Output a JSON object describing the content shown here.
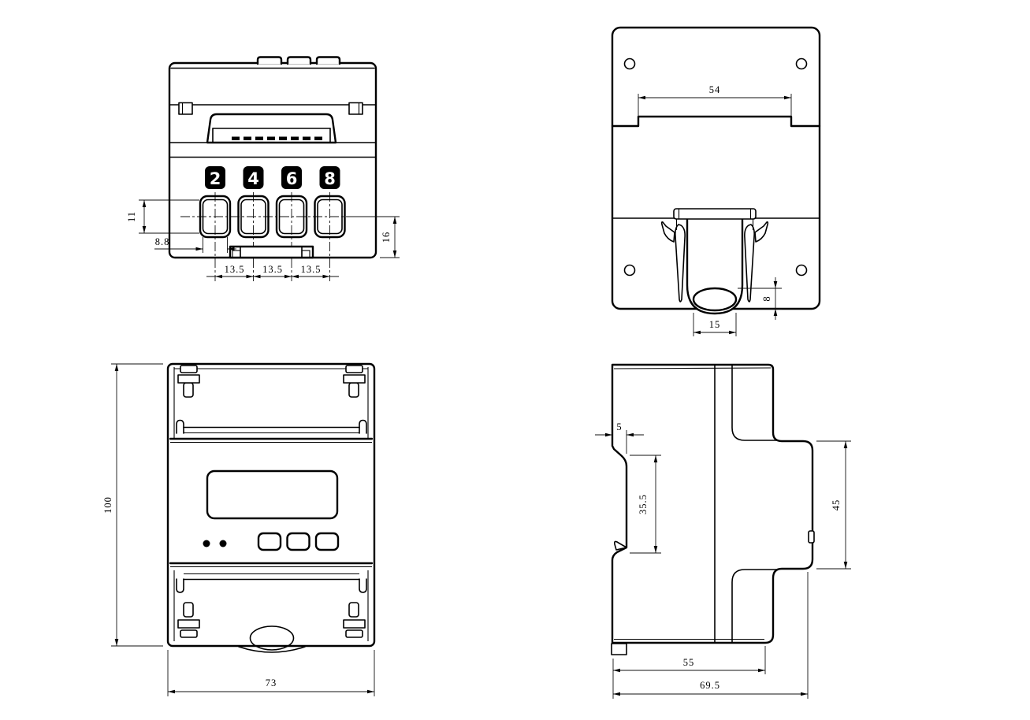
{
  "views": {
    "bottom": {
      "terminals": [
        "2",
        "4",
        "6",
        "8"
      ],
      "dims": {
        "slot_height": "11",
        "slot_width": "8.8",
        "pitch": [
          "13.5",
          "13.5",
          "13.5"
        ],
        "rear_offset": "16"
      }
    },
    "rear": {
      "dims": {
        "rail_recess_width": "54",
        "clip_hole_width": "15",
        "clip_protrusion": "8"
      }
    },
    "front": {
      "dims": {
        "height": "100",
        "width": "73"
      }
    },
    "side": {
      "dims": {
        "rail_lip": "5",
        "rail_seat_height": "35.5",
        "front_panel_height": "45",
        "body_depth": "55",
        "overall_depth": "69.5"
      }
    }
  }
}
